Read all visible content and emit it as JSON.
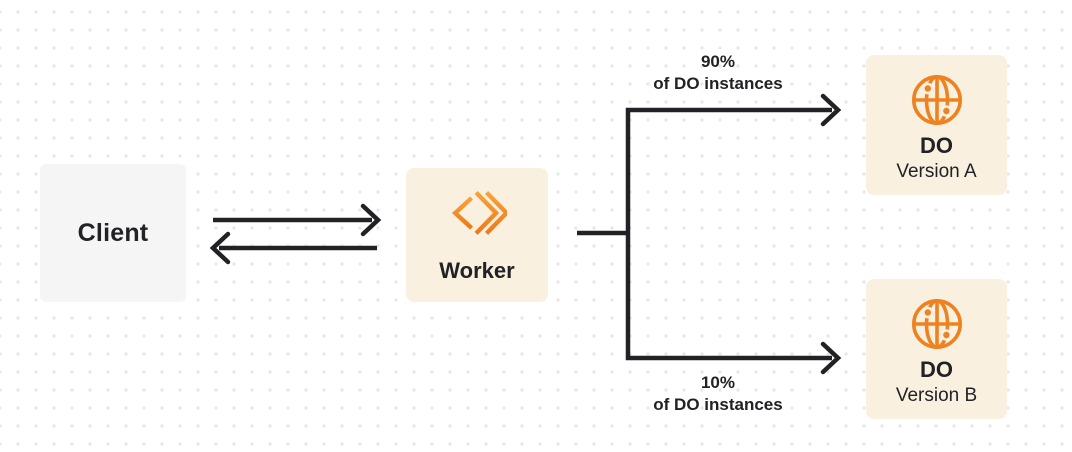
{
  "colors": {
    "background": "#ffffff",
    "dot_grid": "#e8e8ea",
    "ink": "#212226",
    "accent_orange": "#ef8220",
    "accent_orange_light": "#f9a23c",
    "accent_orange_dark": "#ec7a18",
    "card_cream": "#faf0e0",
    "card_gray": "#f5f5f6"
  },
  "nodes": {
    "client": {
      "label": "Client"
    },
    "worker": {
      "label": "Worker",
      "icon": "workers-chevrons-icon"
    },
    "do_version_a": {
      "title": "DO",
      "subtitle": "Version A",
      "icon": "globe-icon"
    },
    "do_version_b": {
      "title": "DO",
      "subtitle": "Version B",
      "icon": "globe-icon"
    }
  },
  "branches": {
    "top": {
      "percent": "90%",
      "caption": "of DO instances"
    },
    "bottom": {
      "percent": "10%",
      "caption": "of DO instances"
    }
  }
}
